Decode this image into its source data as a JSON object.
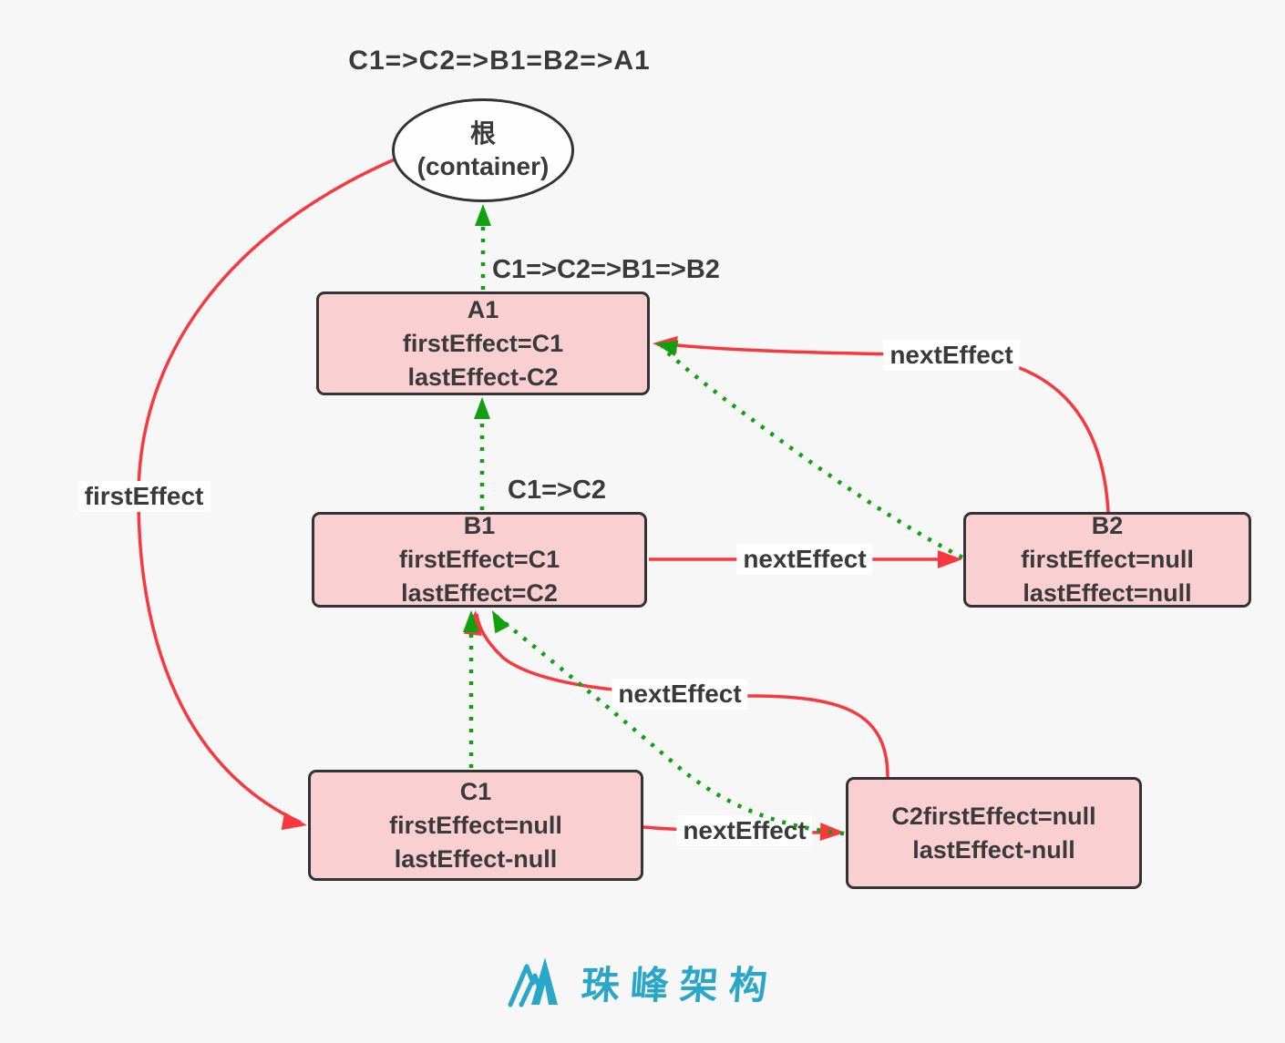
{
  "diagram": {
    "title": "C1=>C2=>B1=B2=>A1",
    "root": {
      "line1": "根",
      "line2": "(container)"
    },
    "nodes": {
      "a1": {
        "caption": "C1=>C2=>B1=>B2",
        "line1": "A1",
        "line2": "firstEffect=C1",
        "line3": "lastEffect-C2"
      },
      "b1": {
        "caption": "C1=>C2",
        "line1": "B1",
        "line2": "firstEffect=C1",
        "line3": "lastEffect=C2"
      },
      "b2": {
        "line1": "B2",
        "line2": "firstEffect=null",
        "line3": "lastEffect=null"
      },
      "c1": {
        "line1": "C1",
        "line2": "firstEffect=null",
        "line3": "lastEffect-null"
      },
      "c2": {
        "line1": "C2firstEffect=null",
        "line2": "lastEffect-null"
      }
    },
    "edge_labels": {
      "root_to_c1": "firstEffect",
      "b1_to_b2": "nextEffect",
      "b2_to_a1": "nextEffect",
      "c2_to_b1": "nextEffect",
      "c1_to_c2": "nextEffect"
    }
  },
  "colors": {
    "background": "#f7f7f7",
    "node_fill": "#f9cfd2",
    "node_border": "#333333",
    "red_edge": "#f8383e",
    "green_edge": "#10a010",
    "text": "#3a3a3a",
    "label_background": "#ffffff",
    "logo": "#2aa7c8"
  },
  "logo": {
    "text": "珠峰架构"
  }
}
